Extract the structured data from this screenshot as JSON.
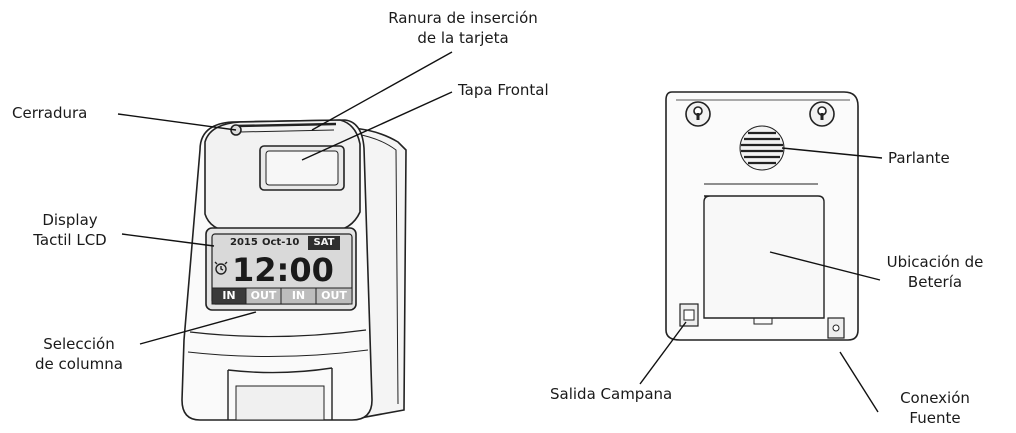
{
  "labels": {
    "ranura_line1": "Ranura de inserción",
    "ranura_line2": "de la tarjeta",
    "tapa_frontal": "Tapa Frontal",
    "cerradura": "Cerradura",
    "display_line1": "Display",
    "display_line2": "Tactil LCD",
    "seleccion_line1": "Selección",
    "seleccion_line2": "de columna",
    "parlante": "Parlante",
    "ubicacion_line1": "Ubicación de",
    "ubicacion_line2": "Betería",
    "salida_campana": "Salida Campana",
    "conexion_line1": "Conexión",
    "conexion_line2": "Fuente"
  },
  "lcd": {
    "year": "2015",
    "date": "Oct-10",
    "weekday": "SAT",
    "time": "12:00",
    "buttons": [
      "IN",
      "OUT",
      "IN",
      "OUT"
    ]
  }
}
